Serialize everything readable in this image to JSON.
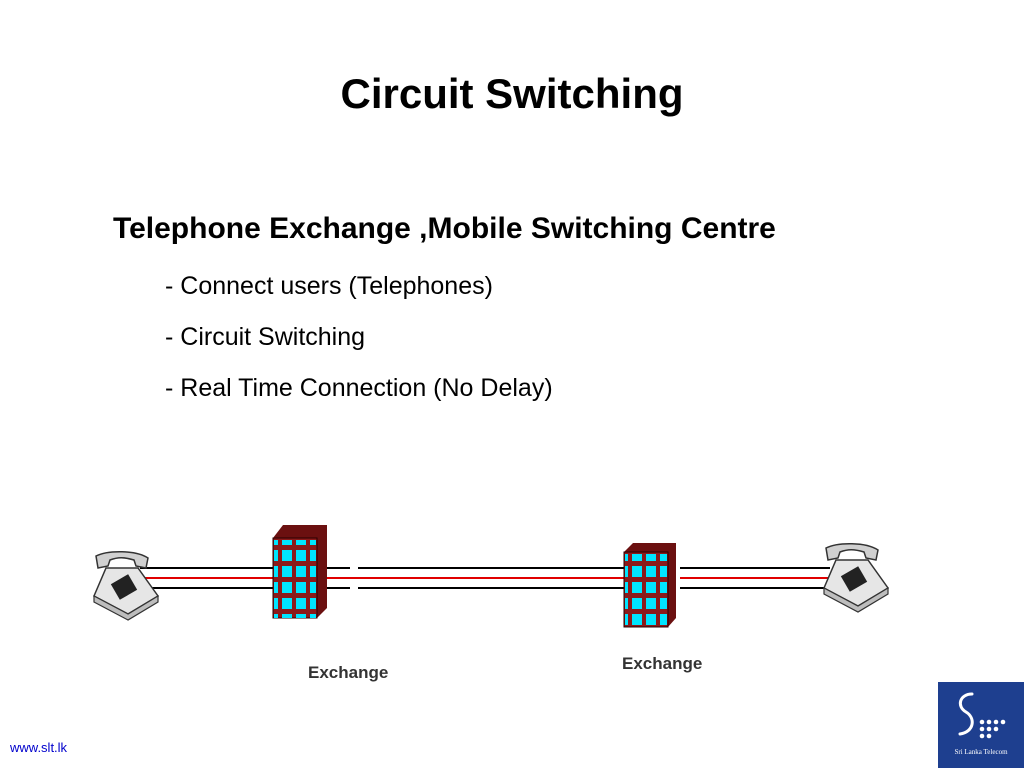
{
  "slide": {
    "title": "Circuit Switching",
    "heading": "Telephone Exchange ,Mobile Switching Centre",
    "bullets": [
      "- Connect users (Telephones)",
      "- Circuit Switching",
      "- Real Time Connection (No Delay)"
    ]
  },
  "diagram": {
    "exchange_left_label": "Exchange",
    "exchange_right_label": "Exchange",
    "colors": {
      "line_black": "#000000",
      "line_red": "#e00000",
      "building": "#8b1a1a",
      "window": "#00e5ff"
    }
  },
  "footer": {
    "url": "www.slt.lk",
    "logo_caption": "Sri Lanka Telecom",
    "logo_color": "#1e3f8f"
  }
}
